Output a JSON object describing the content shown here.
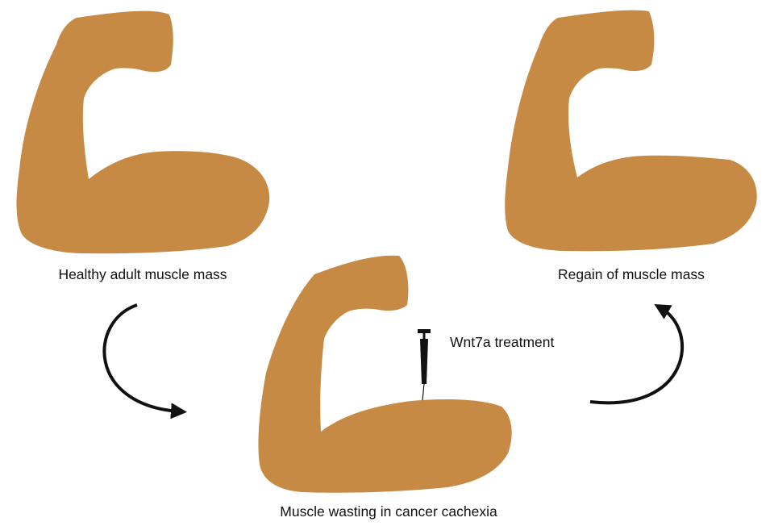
{
  "labels": {
    "healthy": "Healthy adult muscle mass",
    "wasting": "Muscle wasting in cancer cachexia",
    "regain": "Regain of muscle mass",
    "treatment": "Wnt7a treatment"
  },
  "colors": {
    "muscle": "#c68a45",
    "ink": "#111111",
    "background": "#ffffff"
  },
  "icons": {
    "healthy": "flexed-arm-icon",
    "wasting": "wasted-arm-icon",
    "regain": "flexed-arm-icon",
    "treatment": "syringe-icon",
    "arrow_down": "curved-arrow-down-icon",
    "arrow_up": "curved-arrow-up-icon"
  }
}
